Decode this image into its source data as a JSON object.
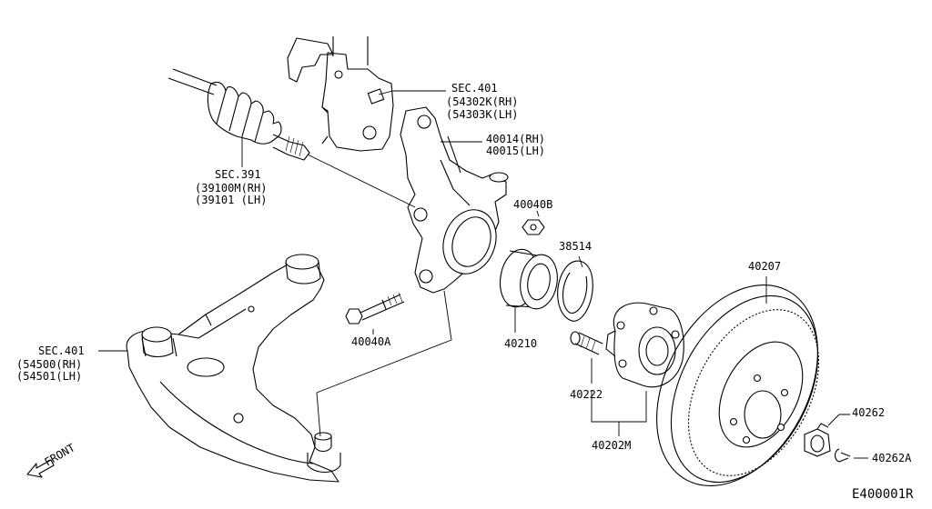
{
  "labels": {
    "sec401_top": "SEC.401",
    "sec401_top_rh": "(54302K(RH)",
    "sec401_top_lh": "(54303K(LH)",
    "knuckle_rh": "40014(RH)",
    "knuckle_lh": "40015(LH)",
    "sec391": "SEC.391",
    "sec391_rh": "(39100M(RH)",
    "sec391_lh": "(39101  (LH)",
    "nut_40040b": "40040B",
    "snap_ring": "38514",
    "rotor": "40207",
    "sec401_arm": "SEC.401",
    "arm_rh": "(54500(RH)",
    "arm_lh": "(54501(LH)",
    "bolt_40040a": "40040A",
    "bearing": "40210",
    "stud": "40222",
    "hub_nut": "40262",
    "cotter": "40262A",
    "hub": "40202M",
    "front": "FRONT",
    "diagram_code": "E400001R"
  }
}
